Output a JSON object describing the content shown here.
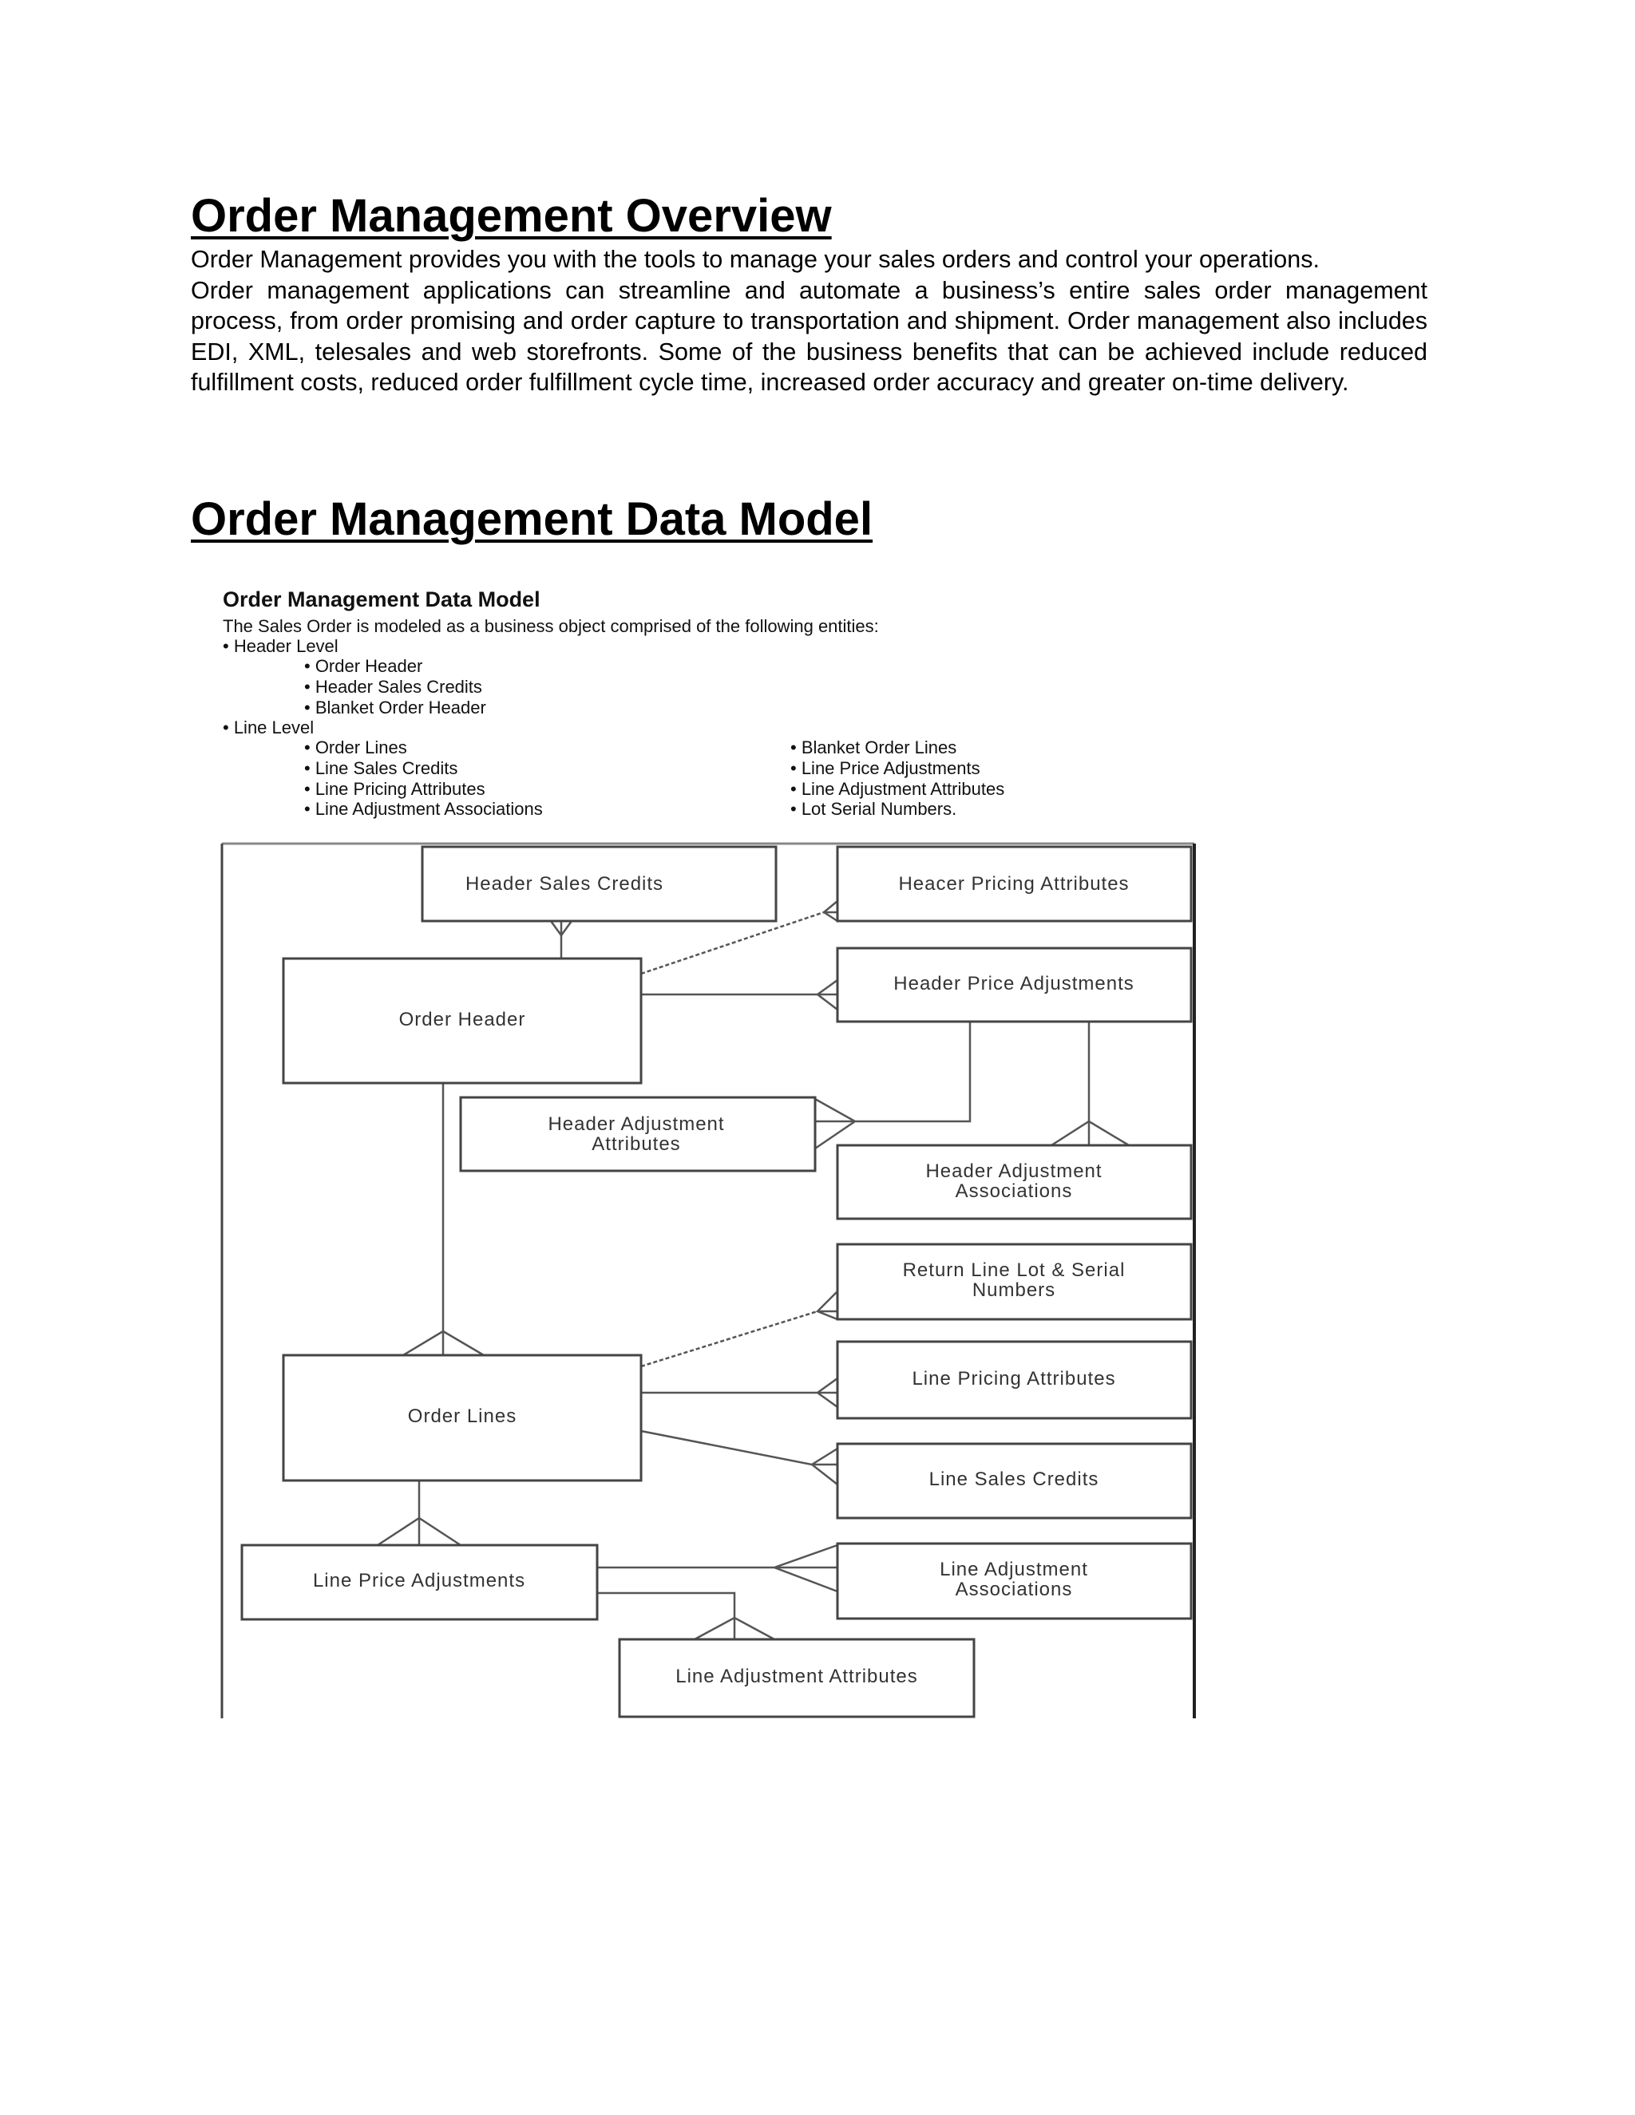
{
  "overview": {
    "title": "Order Management Overview",
    "first_line": "Order Management provides you with the tools to manage your sales orders and control your operations.",
    "paragraph": "Order management applications can streamline and automate a business’s entire sales order management process, from order promising and order capture to transportation and shipment. Order management also includes EDI, XML, telesales and web storefronts. Some of the business benefits that can be achieved include reduced fulfillment costs, reduced order fulfillment cycle time, increased order accuracy and greater on-time delivery."
  },
  "data_model": {
    "title": "Order Management Data Model",
    "figure": {
      "title": "Order Management Data Model",
      "intro": "The Sales Order is modeled as a business object comprised of the following entities:",
      "header_level": {
        "label": "• Header Level",
        "items": [
          "• Order Header",
          "• Header Sales Credits",
          "• Blanket Order Header"
        ]
      },
      "line_level": {
        "label": "• Line Level",
        "col1": [
          "• Order Lines",
          "• Line Sales Credits",
          "• Line Pricing Attributes",
          "• Line Adjustment Associations"
        ],
        "col2": [
          "• Blanket Order Lines",
          "• Line Price Adjustments",
          "• Line Adjustment Attributes",
          "• Lot Serial Numbers."
        ]
      },
      "entities": {
        "header_sales_credits": "Header Sales Credits",
        "header_pricing_attributes": "Heacer Pricing Attributes",
        "order_header": "Order Header",
        "header_price_adjustments": "Header Price Adjustments",
        "header_adjustment_attributes": [
          "Header Adjustment",
          "Attributes"
        ],
        "header_adjustment_associations": [
          "Header Adjustment",
          "Associations"
        ],
        "return_line_lot_serial": [
          "Return Line Lot & Serial",
          "Numbers"
        ],
        "line_pricing_attributes": "Line Pricing Attributes",
        "order_lines": "Order Lines",
        "line_sales_credits": "Line Sales Credits",
        "line_price_adjustments": "Line Price Adjustments",
        "line_adjustment_associations": [
          "Line Adjustment",
          "Associations"
        ],
        "line_adjustment_attributes": "Line Adjustment Attributes"
      }
    }
  }
}
